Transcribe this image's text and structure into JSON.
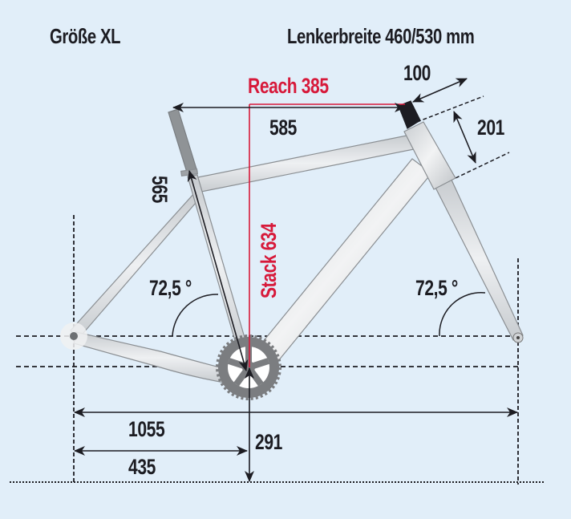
{
  "header": {
    "size_label": "Größe XL",
    "handlebar_label": "Lenkerbreite 460/530 mm"
  },
  "dimensions": {
    "reach": "Reach 385",
    "stack": "Stack 634",
    "top_tube": "585",
    "stem": "100",
    "head_tube": "201",
    "seat_tube": "565",
    "seat_angle": "72,5 °",
    "head_angle": "72,5 °",
    "wheelbase": "1055",
    "chainstay": "435",
    "bb_height": "291"
  },
  "colors": {
    "background": "#e1eef9",
    "highlight": "#d7193a",
    "text": "#1c1c22",
    "frame": "#d4d8dc",
    "chainring": "#7b7d80"
  }
}
